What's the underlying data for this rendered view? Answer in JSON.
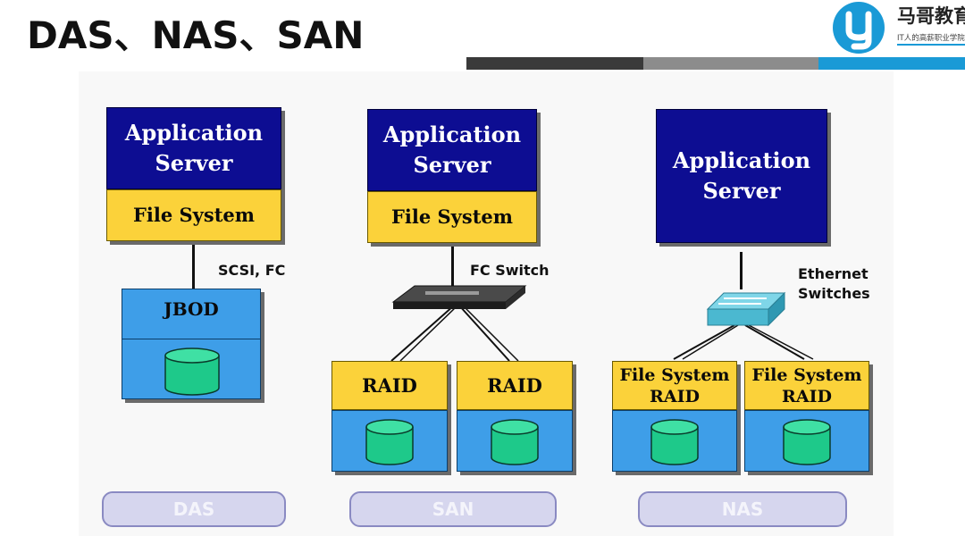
{
  "slide": {
    "title": "DAS、NAS、SAN"
  },
  "logo": {
    "name": "马哥教育",
    "tagline": "IT人的高薪职业学院"
  },
  "colors": {
    "server": "#0d0d92",
    "file_system": "#fbd23a",
    "storage": "#3e9ee8",
    "disk": "#1ec98a",
    "label_pill": "#d6d6ee"
  },
  "das": {
    "server_label": "Application\nServer",
    "fs_label": "File System",
    "connection_label": "SCSI, FC",
    "storage_label": "JBOD",
    "footer_label": "DAS"
  },
  "san": {
    "server_label": "Application\nServer",
    "fs_label": "File System",
    "switch_label": "FC Switch",
    "raid_left_label": "RAID",
    "raid_right_label": "RAID",
    "footer_label": "SAN"
  },
  "nas": {
    "server_label": "Application\nServer",
    "switch_label": "Ethernet\nSwitches",
    "raid_left_label": "File System\nRAID",
    "raid_right_label": "File System\nRAID",
    "footer_label": "NAS"
  }
}
